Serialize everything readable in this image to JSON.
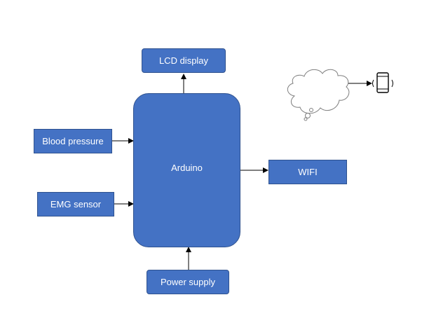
{
  "colors": {
    "box_fill": "#4472c4",
    "box_border": "#2f528f",
    "text": "#ffffff",
    "line": "#000000"
  },
  "blocks": {
    "lcd": "LCD display",
    "blood_pressure": "Blood pressure",
    "arduino": "Arduino",
    "wifi": "WIFI",
    "emg": "EMG sensor",
    "power": "Power supply"
  },
  "icons": {
    "cloud": "cloud-icon",
    "phone": "smartphone-icon"
  }
}
